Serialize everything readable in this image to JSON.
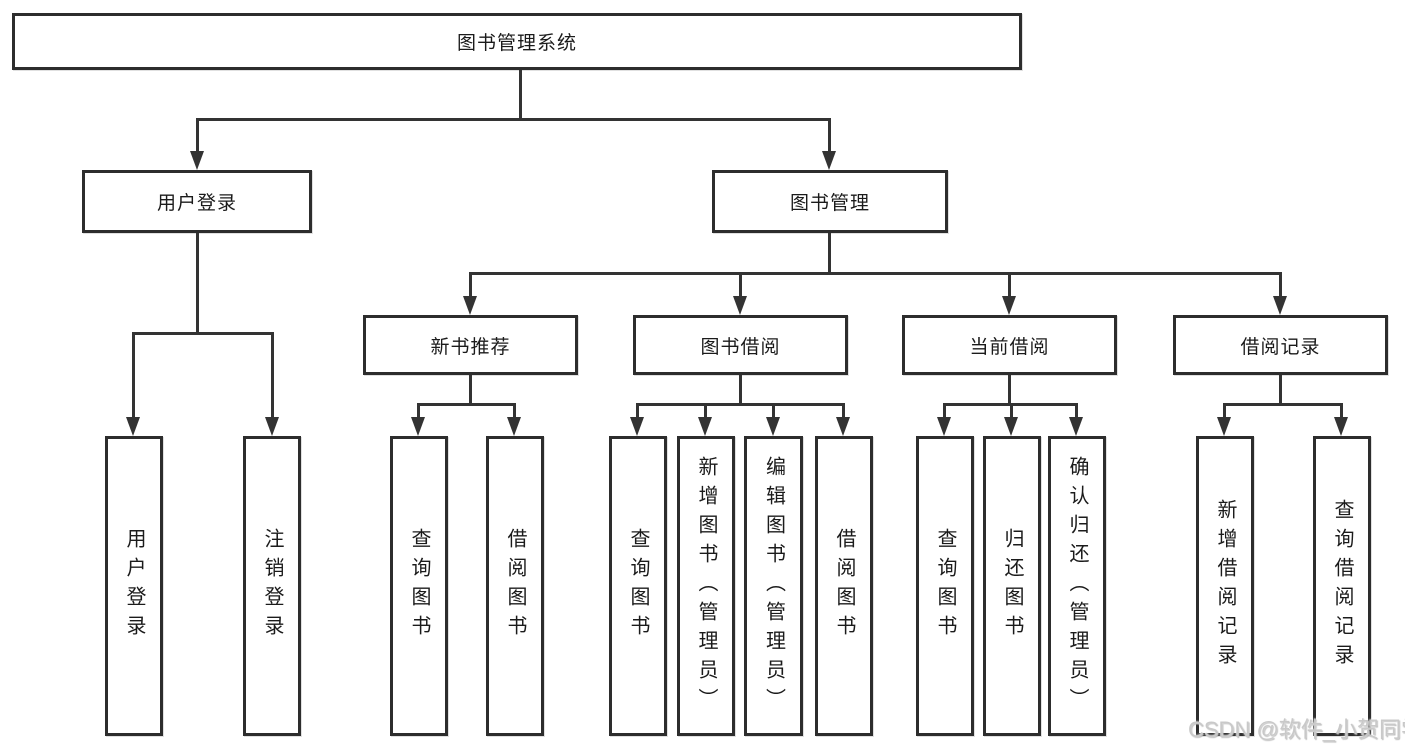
{
  "title": "图书管理系统",
  "watermark": "CSDN @软件_小贺同学",
  "colors": {
    "line": "#333333",
    "box_border": "#2d2d2d",
    "box_fill": "#ffffff",
    "text": "#1b1b1b",
    "watermark": "#c9c9c9"
  },
  "diagram_type": "hierarchy-tree",
  "tree": {
    "label": "图书管理系统",
    "children": [
      {
        "label": "用户登录",
        "children": [
          {
            "label": "用户登录"
          },
          {
            "label": "注销登录"
          }
        ]
      },
      {
        "label": "图书管理",
        "children": [
          {
            "label": "新书推荐",
            "children": [
              {
                "label": "查询图书"
              },
              {
                "label": "借阅图书"
              }
            ]
          },
          {
            "label": "图书借阅",
            "children": [
              {
                "label": "查询图书"
              },
              {
                "label": "新增图书（管理员）"
              },
              {
                "label": "编辑图书（管理员）"
              },
              {
                "label": "借阅图书"
              }
            ]
          },
          {
            "label": "当前借阅",
            "children": [
              {
                "label": "查询图书"
              },
              {
                "label": "归还图书"
              },
              {
                "label": "确认归还（管理员）"
              }
            ]
          },
          {
            "label": "借阅记录",
            "children": [
              {
                "label": "新增借阅记录"
              },
              {
                "label": "查询借阅记录"
              }
            ]
          }
        ]
      }
    ]
  }
}
